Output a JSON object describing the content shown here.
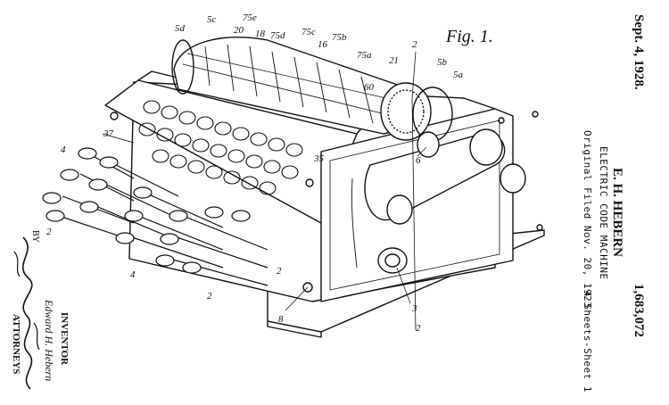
{
  "header": {
    "date": "Sept. 4, 1928.",
    "inventor_name": "E. H. HEBERN",
    "patent_number": "1,683,072",
    "title": "ELECTRIC CODE MACHINE",
    "filed": "Original Filed Nov. 20, 1923",
    "sheets": "4 Sheets-Sheet 1"
  },
  "figure": {
    "label": "Fig. 1.",
    "refs": {
      "r5d": "5d",
      "r5c": "5c",
      "r75e": "75e",
      "r20": "20",
      "r18": "18",
      "r75d": "75d",
      "r75c": "75c",
      "r16": "16",
      "r75b": "75b",
      "r2top": "2",
      "r75a": "75a",
      "r21": "21",
      "r5b": "5b",
      "r5a": "5a",
      "r60": "60",
      "r37": "37",
      "r4": "4",
      "r35": "35",
      "r6": "6",
      "r2mid": "2",
      "r8": "8",
      "r3": "3",
      "r2bot": "2",
      "r2left": "2",
      "r2front": "2",
      "r4b": "4"
    }
  },
  "signatures": {
    "inventor_label": "INVENTOR",
    "inventor_sig": "Edward H. Hebern",
    "by": "BY",
    "attorneys_label": "ATTORNEYS"
  }
}
